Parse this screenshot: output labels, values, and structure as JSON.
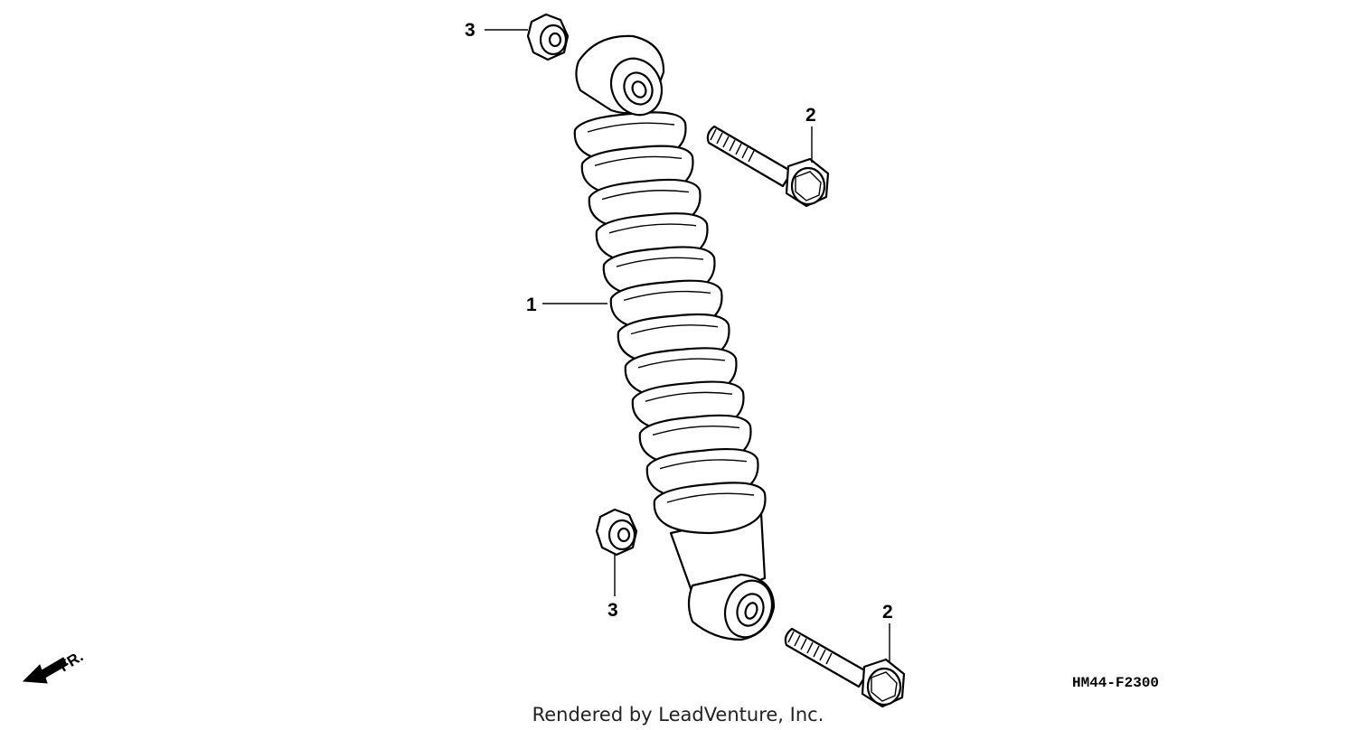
{
  "callouts": {
    "shock_absorber": "1",
    "bolt_upper": "2",
    "bolt_lower": "2",
    "nut_upper": "3",
    "nut_lower": "3"
  },
  "diagram_code": "HM44-F2300",
  "credit": "Rendered by LeadVenture, Inc.",
  "direction_label": "FR."
}
